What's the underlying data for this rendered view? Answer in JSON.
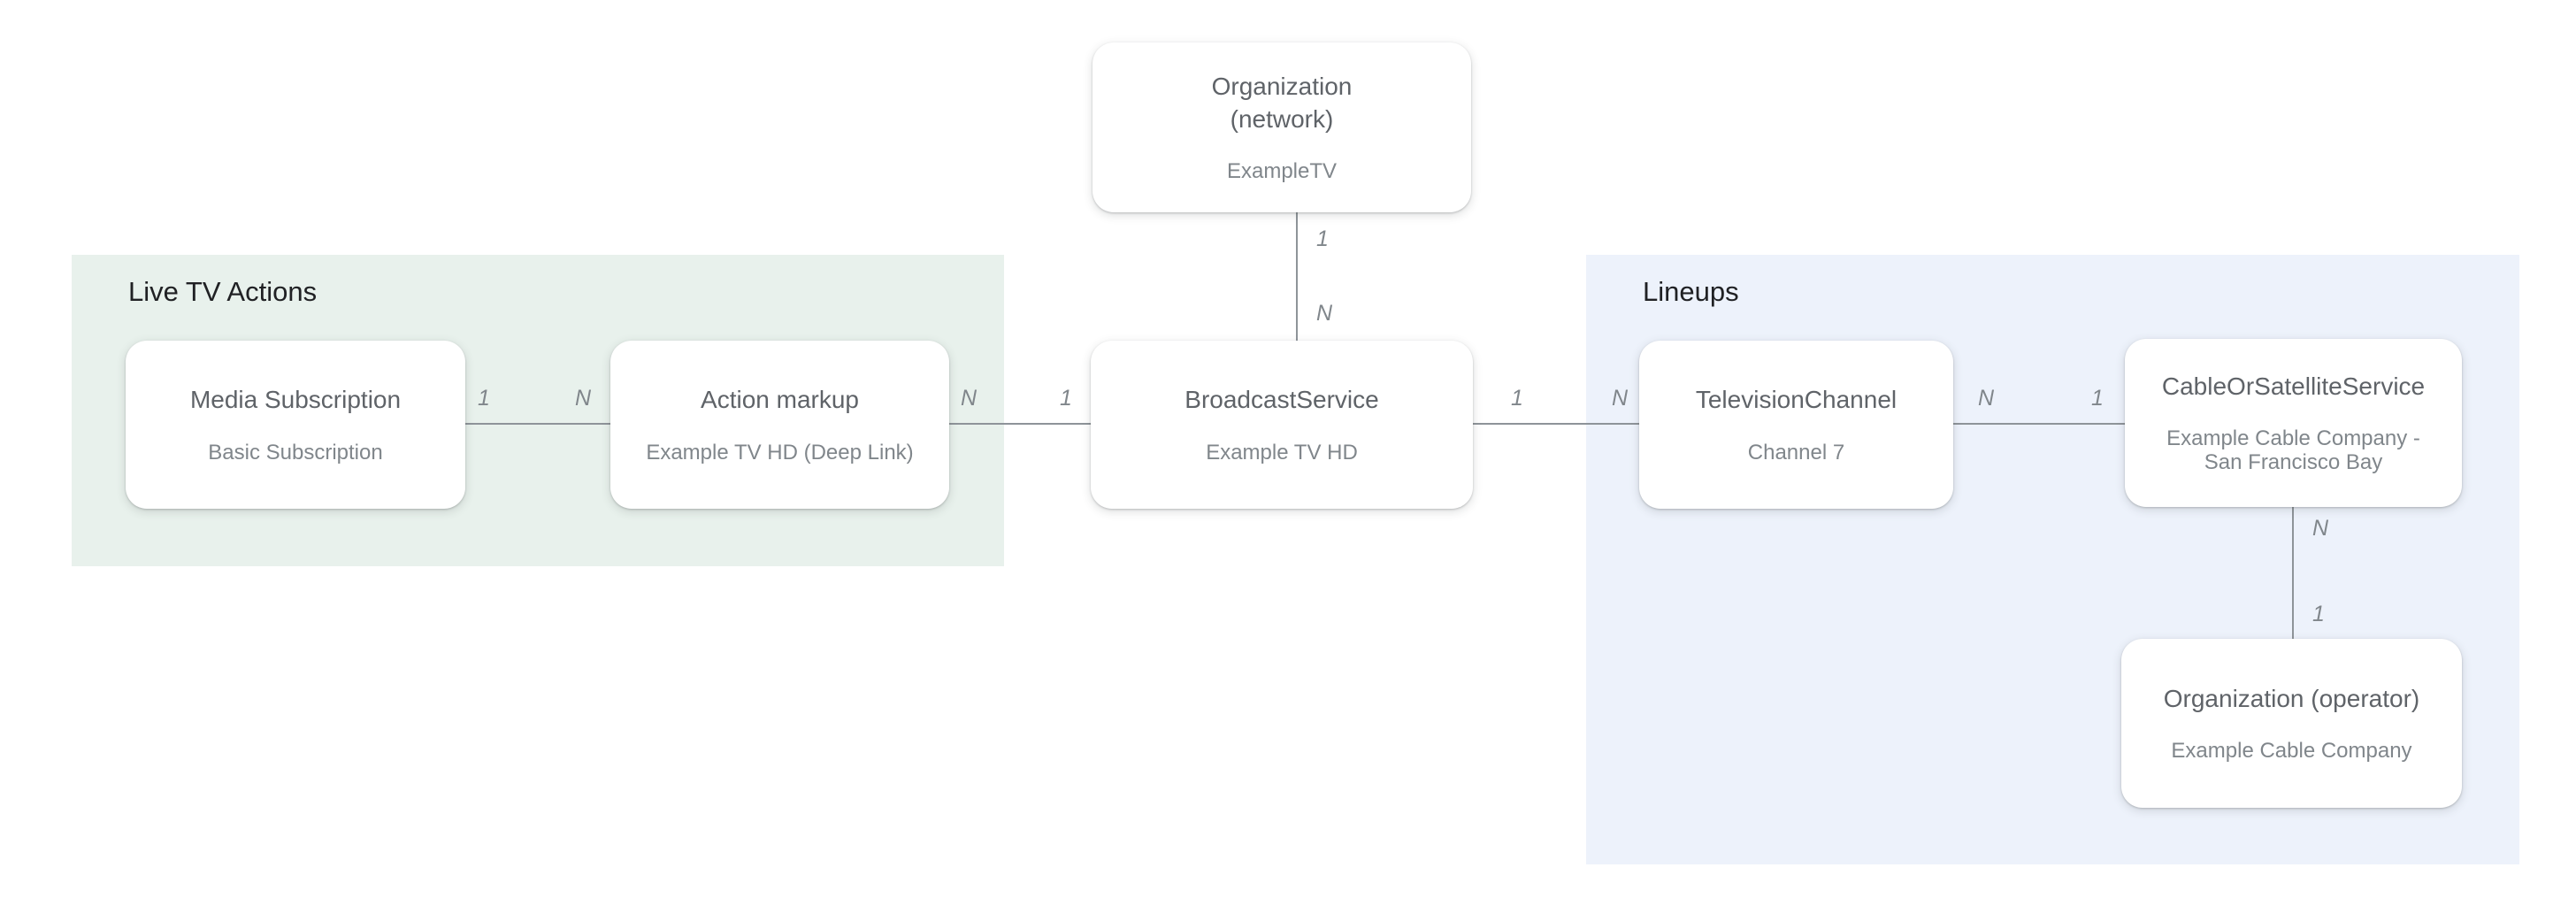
{
  "diagram": {
    "regions": [
      {
        "label": "Live TV Actions"
      },
      {
        "label": "Lineups"
      }
    ],
    "nodes": [
      {
        "title": "Organization (network)",
        "subtitle": "ExampleTV"
      },
      {
        "title": "Media Subscription",
        "subtitle": "Basic Subscription"
      },
      {
        "title": "Action markup",
        "subtitle": "Example TV HD (Deep Link)"
      },
      {
        "title": "BroadcastService",
        "subtitle": "Example TV HD"
      },
      {
        "title": "TelevisionChannel",
        "subtitle": "Channel 7"
      },
      {
        "title": "CableOrSatelliteService",
        "subtitle": "Example Cable Company - San Francisco Bay"
      },
      {
        "title": "Organization (operator)",
        "subtitle": "Example Cable Company"
      }
    ],
    "edges": [
      {
        "from": "Organization (network)",
        "to": "BroadcastService",
        "from_label": "1",
        "to_label": "N"
      },
      {
        "from": "Media Subscription",
        "to": "Action markup",
        "from_label": "1",
        "to_label": "N"
      },
      {
        "from": "Action markup",
        "to": "BroadcastService",
        "from_label": "N",
        "to_label": "1"
      },
      {
        "from": "BroadcastService",
        "to": "TelevisionChannel",
        "from_label": "1",
        "to_label": "N"
      },
      {
        "from": "TelevisionChannel",
        "to": "CableOrSatelliteService",
        "from_label": "N",
        "to_label": "1"
      },
      {
        "from": "CableOrSatelliteService",
        "to": "Organization (operator)",
        "from_label": "N",
        "to_label": "1"
      }
    ],
    "colors": {
      "live_tv_actions_bg": "#E8F1EC",
      "lineups_bg": "#EDF2FB",
      "node_bg": "#FFFFFF",
      "node_title": "#5F6368",
      "node_subtitle": "#80868B",
      "section_label": "#202124",
      "connector": "#8E9499",
      "cardinality_label": "#80868B"
    }
  }
}
